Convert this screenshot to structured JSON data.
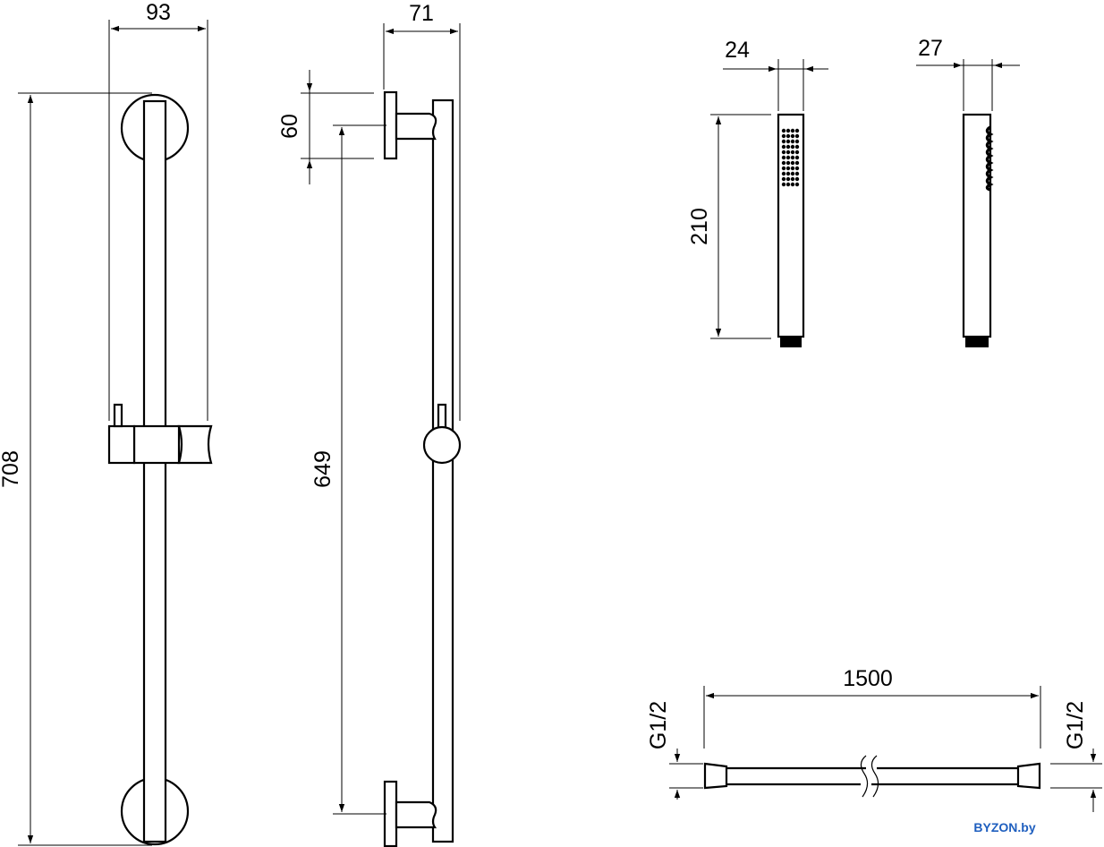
{
  "dimensions": {
    "front_width": "93",
    "front_height": "708",
    "side_depth": "71",
    "side_bracket": "60",
    "side_spacing": "649",
    "handshower_width_front": "24",
    "handshower_width_side": "27",
    "handshower_length": "210",
    "hose_length": "1500",
    "hose_thread_left": "G1/2",
    "hose_thread_right": "G1/2"
  },
  "brand": "BYZON.by"
}
